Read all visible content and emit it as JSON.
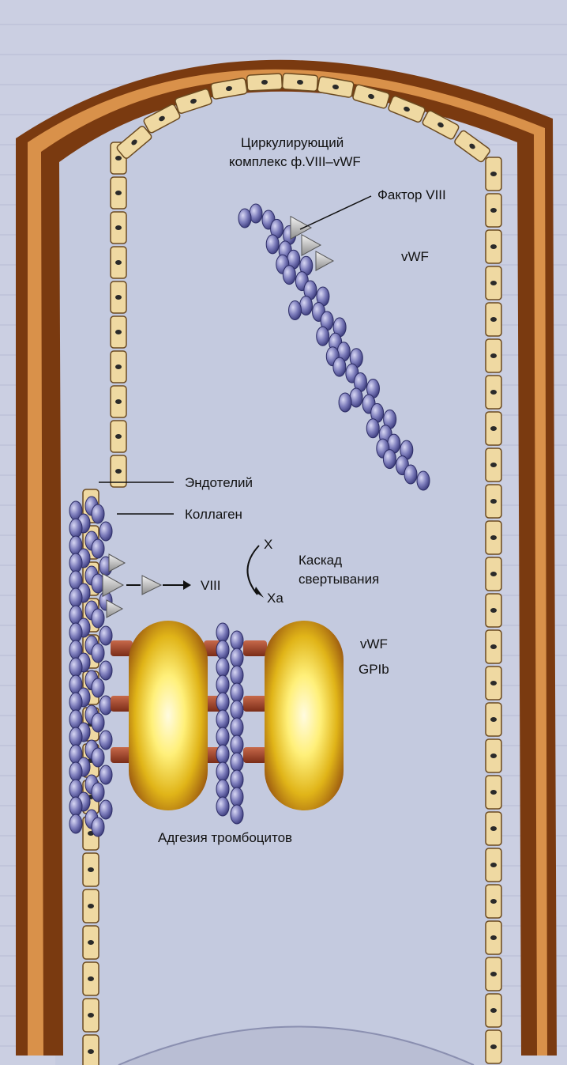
{
  "labels": {
    "circulating_line1": "Циркулирующий",
    "circulating_line2": "комплекс ф.VIII–vWF",
    "factor8": "Фактор VIII",
    "vwf_top": "vWF",
    "endothelium": "Эндотелий",
    "collagen": "Коллаген",
    "viii": "VIII",
    "x": "X",
    "xa": "Xa",
    "cascade_line1": "Каскад",
    "cascade_line2": "свертывания",
    "vwf_mid": "vWF",
    "gpib": "GPIb",
    "adhesion": "Адгезия тромбоцитов"
  },
  "colors": {
    "vessel_wall": "#7a3a10",
    "vessel_band": "#d9914a",
    "endothelial_cell": "#efd9a2",
    "vwf_bead": "#6f6fae",
    "platelet_outer": "#b86a12",
    "platelet_inner": "#fff3a0",
    "receptor": "#a0452a"
  }
}
